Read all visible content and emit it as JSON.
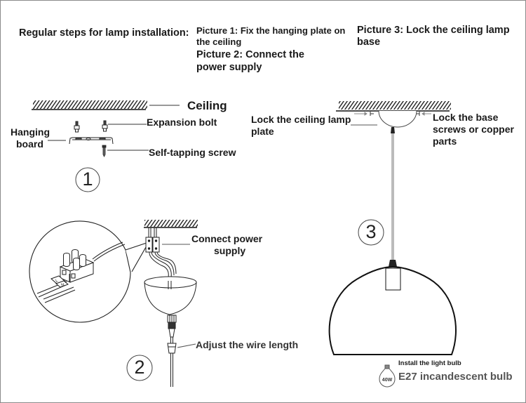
{
  "header": {
    "title": "Regular steps for lamp installation:",
    "picture1": "Picture 1: Fix the hanging plate on the ceiling",
    "picture1_line1": "Picture 1: Fix the hanging plate on",
    "picture1_line2": "the ceiling",
    "picture2_line1": "Picture 2: Connect the",
    "picture2_line2": "power supply",
    "picture3_line1": "Picture 3: Lock the ceiling lamp",
    "picture3_line2": "base"
  },
  "step1": {
    "number": "1",
    "labels": {
      "ceiling": "Ceiling",
      "expansion_bolt": "Expansion bolt",
      "hanging_board_line1": "Hanging",
      "hanging_board_line2": "board",
      "self_tapping_screw": "Self-tapping screw"
    }
  },
  "step2": {
    "number": "2",
    "labels": {
      "connect_power_line1": "Connect power",
      "connect_power_line2": "supply",
      "adjust_wire": "Adjust the wire length"
    },
    "terminal_marks": [
      "L",
      "N"
    ]
  },
  "step3": {
    "number": "3",
    "labels": {
      "lock_plate_line1": "Lock the ceiling lamp",
      "lock_plate_line2": "plate",
      "lock_screws_line1": "Lock the base",
      "lock_screws_line2": "screws or copper",
      "lock_screws_line3": "parts"
    }
  },
  "bulb": {
    "instruction": "Install the light bulb",
    "type": "E27 incandescent bulb",
    "wattage": "40W"
  }
}
